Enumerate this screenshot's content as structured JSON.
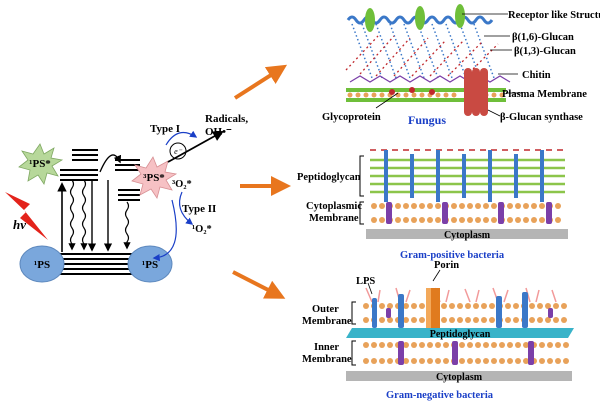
{
  "colors": {
    "arrow_orange": "#e8761e",
    "ps_circle": "#7aa7dc",
    "ps_singlet_star": "#b7d89a",
    "ps_triplet_star": "#f6c1c4",
    "fungus_blue": "#1a3fc7",
    "membrane_orange": "#e8a25a",
    "peptidoglycan_green": "#8cc54a",
    "peptidoglycan_blue": "#3b78c8",
    "porin_orange": "#e07b1e",
    "lps_pink": "#f29a9a",
    "cytoplasm_gray": "#b5b5b5",
    "periplasm_teal": "#39b3c9",
    "glucan_synthase_red": "#c94a42"
  },
  "jablonski": {
    "ps_ground_left": "¹PS",
    "ps_ground_right": "¹PS",
    "ps_singlet_excited": "¹PS*",
    "ps_triplet_excited": "³PS*",
    "light": "hν",
    "type1_label": "Type I",
    "radicals_line1": "Radicals,",
    "radicals_line2": "OH•⁻",
    "electron_symbol": "e⁻",
    "triplet_oxygen": "³O₂*",
    "type2_label": "Type II",
    "singlet_oxygen": "¹O₂*"
  },
  "fungus": {
    "title": "Fungus",
    "receptor": "Receptor like Structure",
    "beta16": "β(1,6)-Glucan",
    "beta13": "β(1,3)-Glucan",
    "chitin": "Chitin",
    "plasma_membrane": "Plasma Membrane",
    "glycoprotein": "Glycoprotein",
    "glucan_synthase": "β-Glucan synthase"
  },
  "gram_positive": {
    "peptidoglycan": "Peptidoglycan",
    "cyto_line1": "Cytoplasmic",
    "cyto_line2": "Membrane",
    "cytoplasm": "Cytoplasm",
    "caption": "Gram-positive bacteria"
  },
  "gram_negative": {
    "lps": "LPS",
    "porin": "Porin",
    "outer_line1": "Outer",
    "outer_line2": "Membrane",
    "peptidoglycan": "Peptidoglycan",
    "inner_line1": "Inner",
    "inner_line2": "Membrane",
    "cytoplasm": "Cytoplasm",
    "caption": "Gram-negative bacteria"
  }
}
